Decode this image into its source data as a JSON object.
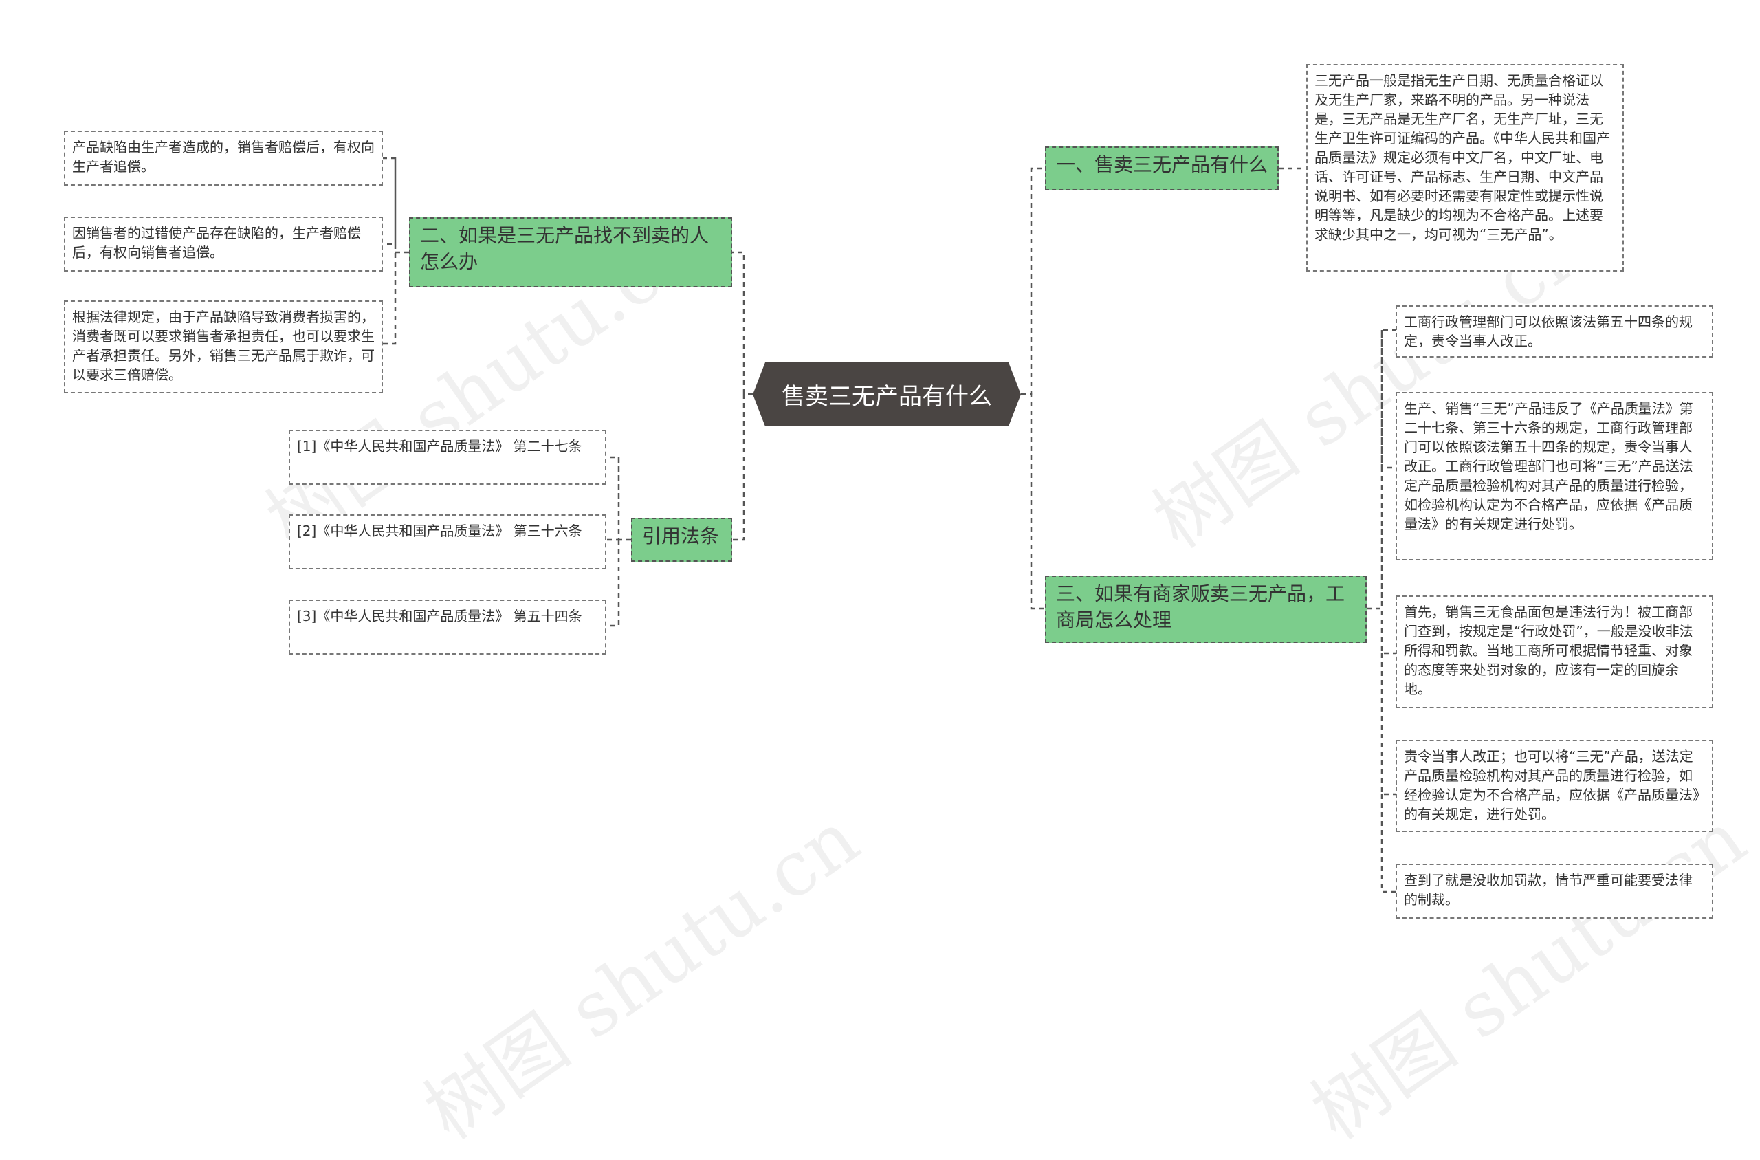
{
  "root": {
    "label": "售卖三无产品有什么"
  },
  "branches": {
    "b1": {
      "label": "一、售卖三无产品有什么"
    },
    "b2": {
      "label": "二、如果是三无产品找不到卖的人怎么办"
    },
    "b3": {
      "label": "三、如果有商家贩卖三无产品，工商局怎么处理"
    },
    "b4": {
      "label": "引用法条"
    }
  },
  "leaves": {
    "b1_1": "三无产品一般是指无生产日期、无质量合格证以及无生产厂家，来路不明的产品。另一种说法是，三无产品是无生产厂名，无生产厂址，三无生产卫生许可证编码的产品。《中华人民共和国产品质量法》规定必须有中文厂名，中文厂址、电话、许可证号、产品标志、生产日期、中文产品说明书、如有必要时还需要有限定性或提示性说明等等，凡是缺少的均视为不合格产品。上述要求缺少其中之一，均可视为“三无产品”。",
    "b2_1": "产品缺陷由生产者造成的，销售者赔偿后，有权向生产者追偿。",
    "b2_2": "因销售者的过错使产品存在缺陷的，生产者赔偿后，有权向销售者追偿。",
    "b2_3": "根据法律规定，由于产品缺陷导致消费者损害的，消费者既可以要求销售者承担责任，也可以要求生产者承担责任。另外，销售三无产品属于欺诈，可以要求三倍赔偿。",
    "b3_1": "工商行政管理部门可以依照该法第五十四条的规定，责令当事人改正。",
    "b3_2": "生产、销售“三无”产品违反了《产品质量法》第二十七条、第三十六条的规定，工商行政管理部门可以依照该法第五十四条的规定，责令当事人改正。工商行政管理部门也可将“三无”产品送法定产品质量检验机构对其产品的质量进行检验，如检验机构认定为不合格产品，应依据《产品质量法》的有关规定进行处罚。",
    "b3_3": "首先，销售三无食品面包是违法行为！被工商部门查到，按规定是“行政处罚”，一般是没收非法所得和罚款。当地工商所可根据情节轻重、对象的态度等来处罚对象的，应该有一定的回旋余地。",
    "b3_4": "责令当事人改正；也可以将“三无”产品，送法定产品质量检验机构对其产品的质量进行检验，如经检验认定为不合格产品，应依据《产品质量法》的有关规定，进行处罚。",
    "b3_5": "查到了就是没收加罚款，情节严重可能要受法律的制裁。",
    "b4_1": "[1]《中华人民共和国产品质量法》 第二十七条",
    "b4_2": "[2]《中华人民共和国产品质量法》 第三十六条",
    "b4_3": "[3]《中华人民共和国产品质量法》 第五十四条"
  },
  "watermark": "树图 shutu.cn",
  "colors": {
    "root": "#4a4543",
    "branch": "#7ccd8c",
    "line": "#555555"
  }
}
